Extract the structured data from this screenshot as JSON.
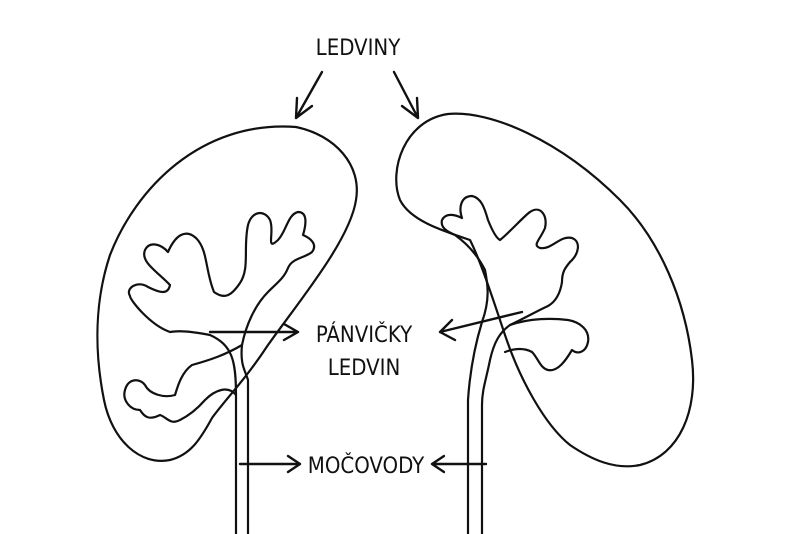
{
  "labels": {
    "kidneys": "LEDVINY",
    "pelvis_line1": "PÁNVIČKY",
    "pelvis_line2": "LEDVIN",
    "ureters": "MOČOVODY"
  }
}
